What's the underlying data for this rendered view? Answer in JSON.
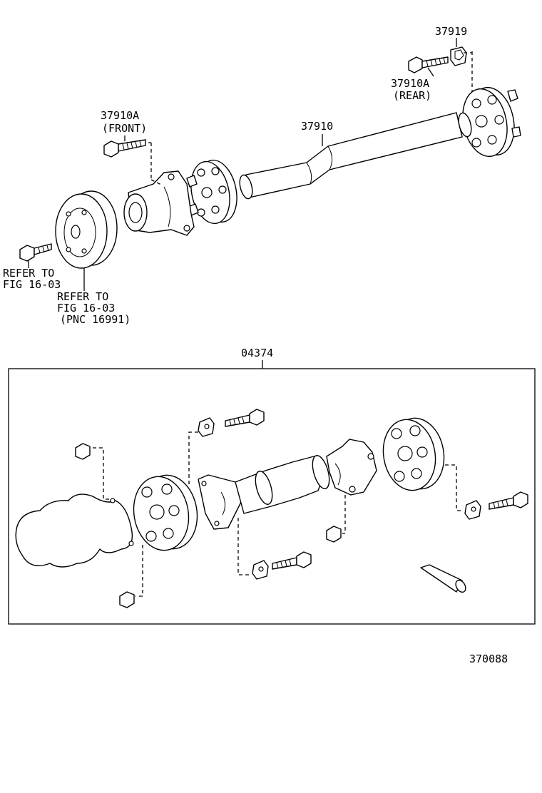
{
  "labels": {
    "p37919": "37919",
    "p37910a_rear": "37910A",
    "rear": "(REAR)",
    "p37910a_front": "37910A",
    "front": "(FRONT)",
    "p37910": "37910",
    "refer1_a": "REFER TO",
    "refer1_b": "FIG 16-03",
    "refer2_a": "REFER TO",
    "refer2_b": "FIG 16-03",
    "refer2_c": "(PNC 16991)",
    "p04374": "04374",
    "figure_no": "370088"
  }
}
